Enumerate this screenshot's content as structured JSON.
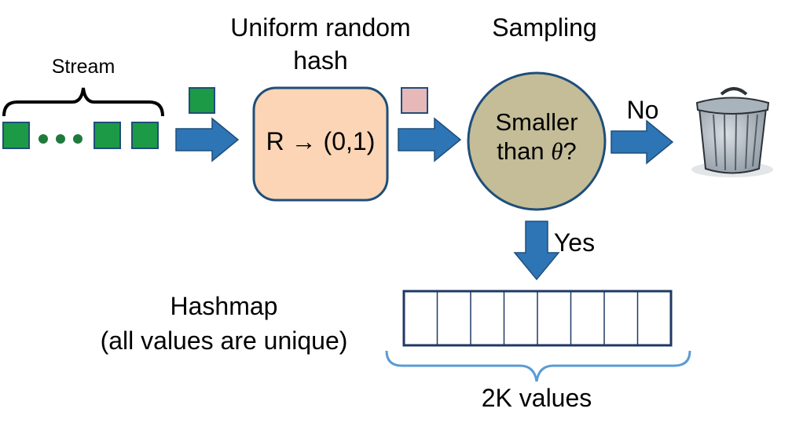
{
  "labels": {
    "stream": "Stream",
    "hash_title_line1": "Uniform random",
    "hash_title_line2": "hash",
    "hash_function": "R → (0,1)",
    "sampling_title": "Sampling",
    "condition_line1": "Smaller",
    "condition_line2_prefix": "than ",
    "condition_theta": "θ",
    "condition_line2_suffix": "?",
    "no": "No",
    "yes": "Yes",
    "hashmap_line1": "Hashmap",
    "hashmap_line2": "(all values are unique)",
    "capacity": "2K values"
  },
  "hashmap": {
    "cells": 8
  },
  "colors": {
    "element": "#1d9a45",
    "hashed_element": "#e6b8b7",
    "hash_box_fill": "#fbd5b5",
    "hash_box_stroke": "#1f4e79",
    "circle_fill": "#c4bd97",
    "arrow": "#2e75b6",
    "hashmap_stroke": "#1f3864",
    "brace_capacity": "#5b9bd5",
    "trash": "#8e99a3"
  },
  "icons": [
    "trash-can-icon"
  ]
}
